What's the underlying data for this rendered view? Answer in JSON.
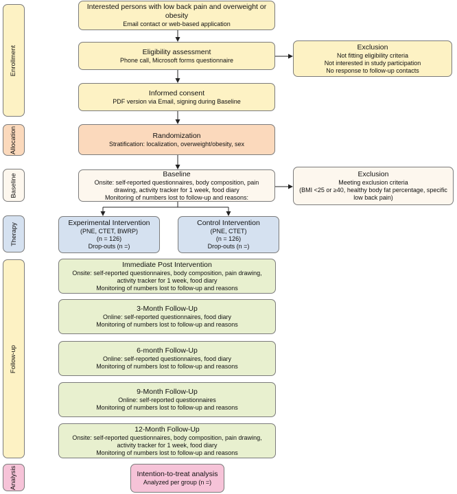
{
  "stages": {
    "enrollment": "Enrollment",
    "allocation": "Allocation",
    "baseline": "Baseline",
    "therapy": "Therapy",
    "followup": "Follow-up",
    "analysis": "Analysis"
  },
  "boxes": {
    "interested": {
      "title": "Interested persons with low back pain and overweight or obesity",
      "line1": "Email contact or web-based application"
    },
    "eligibility": {
      "title": "Eligibility assessment",
      "line1": "Phone call, Microsoft forms questionnaire"
    },
    "exclusion1": {
      "title": "Exclusion",
      "line1": "Not fitting eligibility criteria",
      "line2": "Not interested in study participation",
      "line3": "No response to follow-up contacts"
    },
    "consent": {
      "title": "Informed consent",
      "line1": "PDF version via Email, signing during Baseline"
    },
    "randomization": {
      "title": "Randomization",
      "line1": "Stratification: localization, overweight/obesity, sex"
    },
    "baseline": {
      "title": "Baseline",
      "line1": "Onsite: self-reported questionnaires, body composition, pain drawing, activity tracker for 1 week, food diary",
      "line2": "Monitoring of numbers lost to follow-up and reasons:"
    },
    "exclusion2": {
      "title": "Exclusion",
      "line1": "Meeting exclusion criteria",
      "line2": "(BMI <25 or ≥40, healthy body fat percentage, specific low back pain)"
    },
    "experimental": {
      "title": "Experimental Intervention",
      "line1": "(PNE, CTET, BWRP)",
      "line2": "(n = 126)",
      "line3": "Drop-outs (n =)"
    },
    "control": {
      "title": "Control Intervention",
      "line1": "(PNE, CTET)",
      "line2": "(n = 126)",
      "line3": "Drop-outs (n =)"
    },
    "post": {
      "title": "Immediate Post Intervention",
      "line1": "Onsite: self-reported questionnaires, body composition, pain drawing, activity tracker for 1 week, food diary",
      "line2": "Monitoring of numbers lost to follow-up and reasons"
    },
    "m3": {
      "title": "3-Month Follow-Up",
      "line1": "Online: self-reported questionnaires, food diary",
      "line2": "Monitoring of numbers lost to follow-up and reasons"
    },
    "m6": {
      "title": "6-month Follow-Up",
      "line1": "Online: self-reported questionnaires, food diary",
      "line2": "Monitoring of numbers lost to follow-up and reasons"
    },
    "m9": {
      "title": "9-Month Follow-Up",
      "line1": "Online: self-reported questionnaires",
      "line2": "Monitoring of numbers lost to follow-up and reasons"
    },
    "m12": {
      "title": "12-Month Follow-Up",
      "line1": "Onsite: self-reported questionnaires, body composition, pain drawing, activity tracker for 1 week, food diary",
      "line2": "Monitoring of numbers lost to follow-up and reasons"
    },
    "analysis": {
      "title": "Intention-to-treat analysis",
      "line1": "Analyzed per group (n =)"
    }
  }
}
